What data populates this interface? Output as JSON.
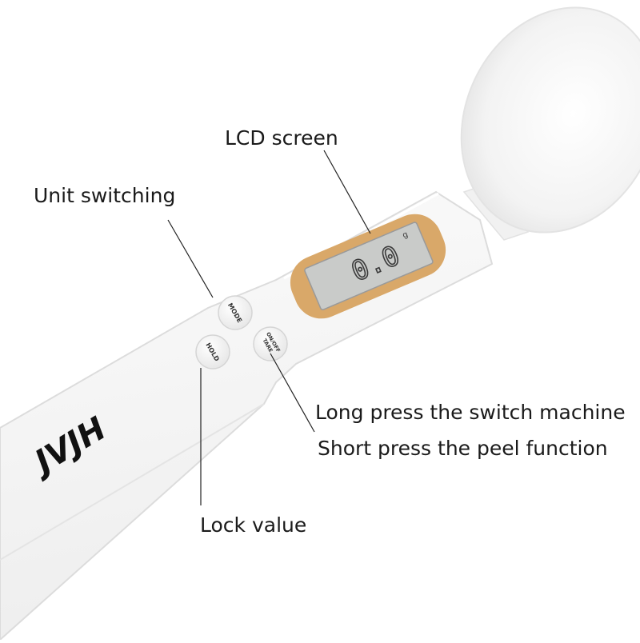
{
  "image": {
    "subject": "digital measuring spoon scale with labeled controls",
    "colors": {
      "background": "#ffffff",
      "body": "#f7f7f7",
      "lcd_frame": "#d9a869",
      "lcd_screen": "#c9cbc9",
      "digits": "#3a3a3a",
      "logo": "#111111",
      "label_text": "#1a1a1a"
    }
  },
  "brand": {
    "logo_text": "JVJH"
  },
  "display": {
    "reading": "0.0",
    "unit": "g"
  },
  "buttons": {
    "mode": "MODE",
    "hold": "HOLD",
    "onoff_line1": "ON/OFF",
    "onoff_line2": "TARE"
  },
  "labels": {
    "lcd": "LCD screen",
    "unit_switching": "Unit switching",
    "long_press": "Long press the switch machine",
    "short_press": "Short press the peel function",
    "lock_value": "Lock value"
  }
}
